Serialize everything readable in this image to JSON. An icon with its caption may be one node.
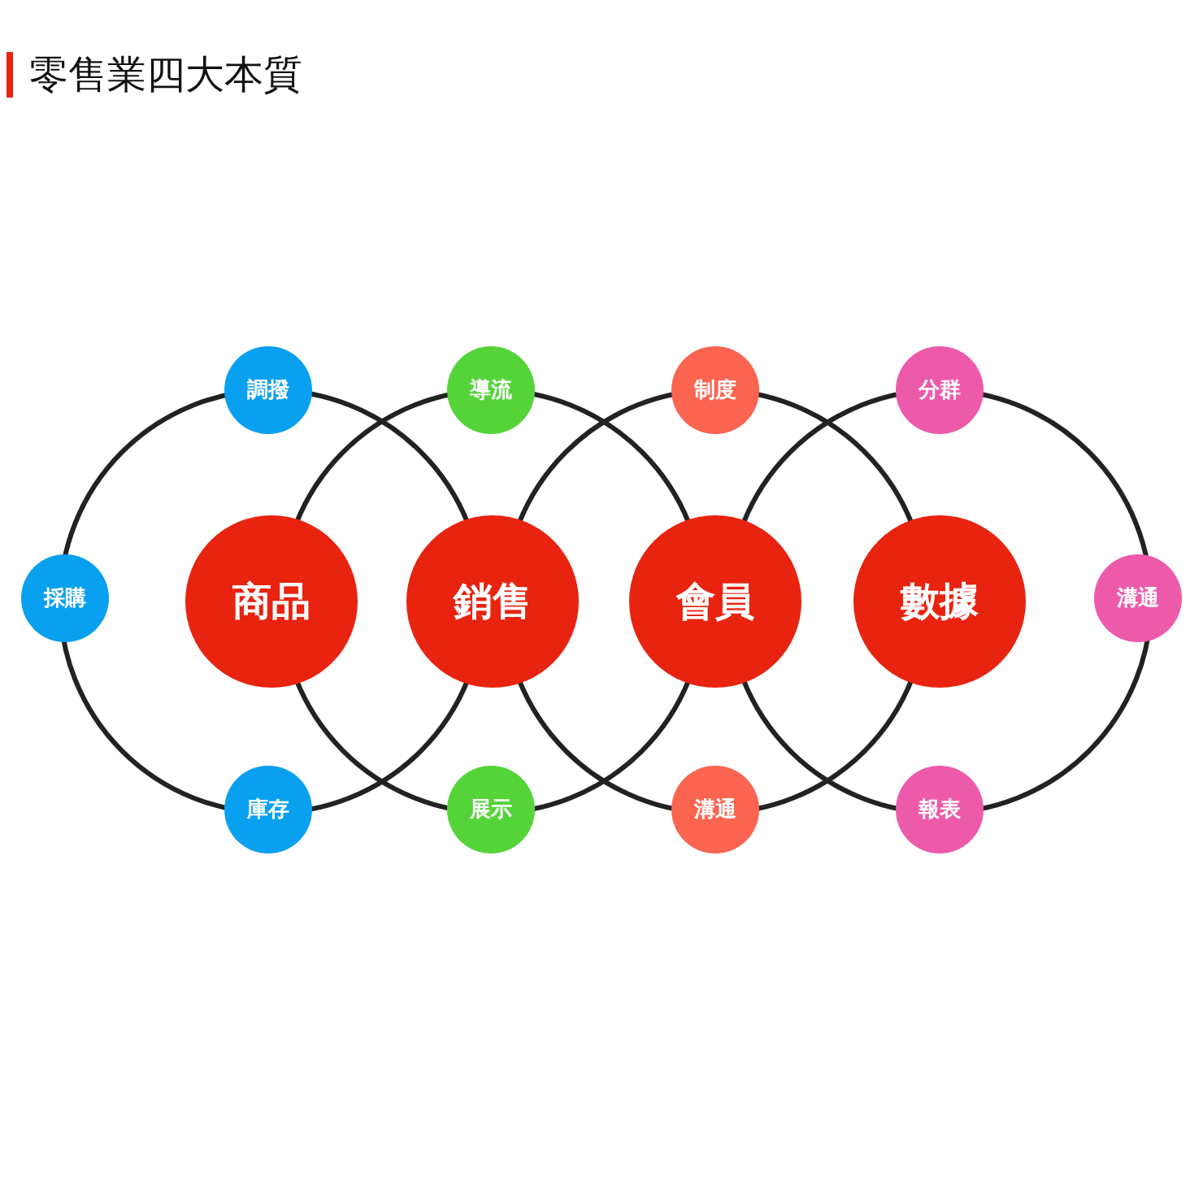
{
  "diagram": {
    "title": "零售業四大本質",
    "nodes": [
      {
        "text": [
          "調撥"
        ]
      },
      {
        "text": [
          "導流"
        ]
      },
      {
        "text": [
          "制度"
        ]
      },
      {
        "text": [
          "分群"
        ]
      },
      {
        "text": [
          "採購"
        ]
      },
      {
        "text": [
          "商品"
        ]
      },
      {
        "text": [
          "銷售"
        ]
      },
      {
        "text": [
          "會員"
        ]
      },
      {
        "text": [
          "數據"
        ]
      },
      {
        "text": [
          "溝通"
        ]
      },
      {
        "text": [
          "庫存"
        ]
      },
      {
        "text": [
          "展示"
        ]
      },
      {
        "text": [
          "溝通"
        ]
      },
      {
        "text": [
          "報表"
        ]
      }
    ],
    "edges": []
  }
}
